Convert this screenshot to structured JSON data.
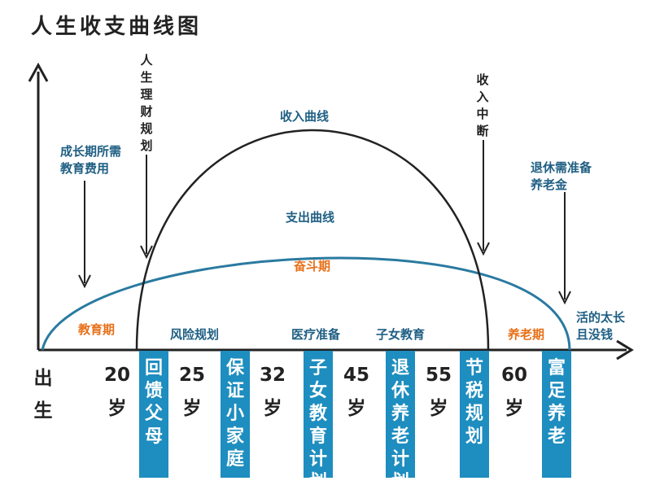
{
  "title": "人生收支曲线图",
  "curves": {
    "income_label": "收入曲线",
    "expense_label": "支出曲线",
    "income_color": "#222222",
    "expense_color": "#2a7aa0"
  },
  "annotations": {
    "financial_planning": "人生理财规划",
    "income_stop": "收入中断",
    "growth_cost": "成长期所需\n教育费用",
    "retirement_fund": "退休需准备\n养老金",
    "live_too_long": "活的太长\n且没钱"
  },
  "phases": {
    "education": "教育期",
    "struggle": "奋斗期",
    "retirement": "养老期"
  },
  "plans": {
    "risk": "风险规划",
    "medical": "医疗准备",
    "children_edu": "子女教育"
  },
  "ages": {
    "birth": "出生",
    "a20": "20",
    "a25": "25",
    "a32": "32",
    "a45": "45",
    "a55": "55",
    "a60": "60",
    "unit": "岁"
  },
  "bars": {
    "repay_parents": "回馈父母",
    "protect_family": "保证小家庭",
    "children_edu_plan": "子女教育计划",
    "retirement_plan": "退休养老计划",
    "tax_plan": "节税规划",
    "rich_retirement": "富足养老"
  },
  "colors": {
    "bar_fill": "#1e8dbf",
    "blue_text": "#1f5f83",
    "orange_text": "#e8701a"
  }
}
